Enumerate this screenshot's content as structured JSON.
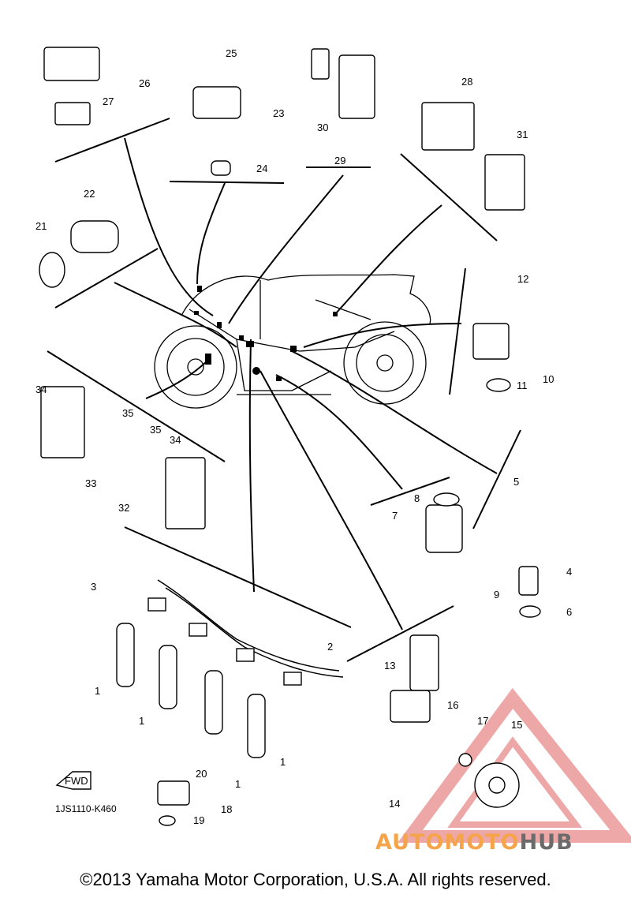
{
  "diagram": {
    "code": "1JS1110-K460",
    "fwd_label": "FWD",
    "callouts": [
      "1",
      "1",
      "1",
      "1",
      "2",
      "3",
      "4",
      "5",
      "6",
      "7",
      "8",
      "9",
      "10",
      "11",
      "12",
      "13",
      "14",
      "15",
      "16",
      "17",
      "18",
      "19",
      "20",
      "21",
      "22",
      "23",
      "24",
      "25",
      "26",
      "27",
      "28",
      "29",
      "30",
      "31",
      "32",
      "33",
      "34",
      "34",
      "35",
      "35"
    ]
  },
  "watermark": {
    "part1": "AUTOMOTO",
    "part2": "HUB",
    "color_accent": "#f5a44a",
    "color_dark": "#6b6b6b",
    "triangle_color": "#e06060"
  },
  "footer": {
    "copyright": "©2013 Yamaha Motor Corporation, U.S.A. All rights reserved."
  }
}
